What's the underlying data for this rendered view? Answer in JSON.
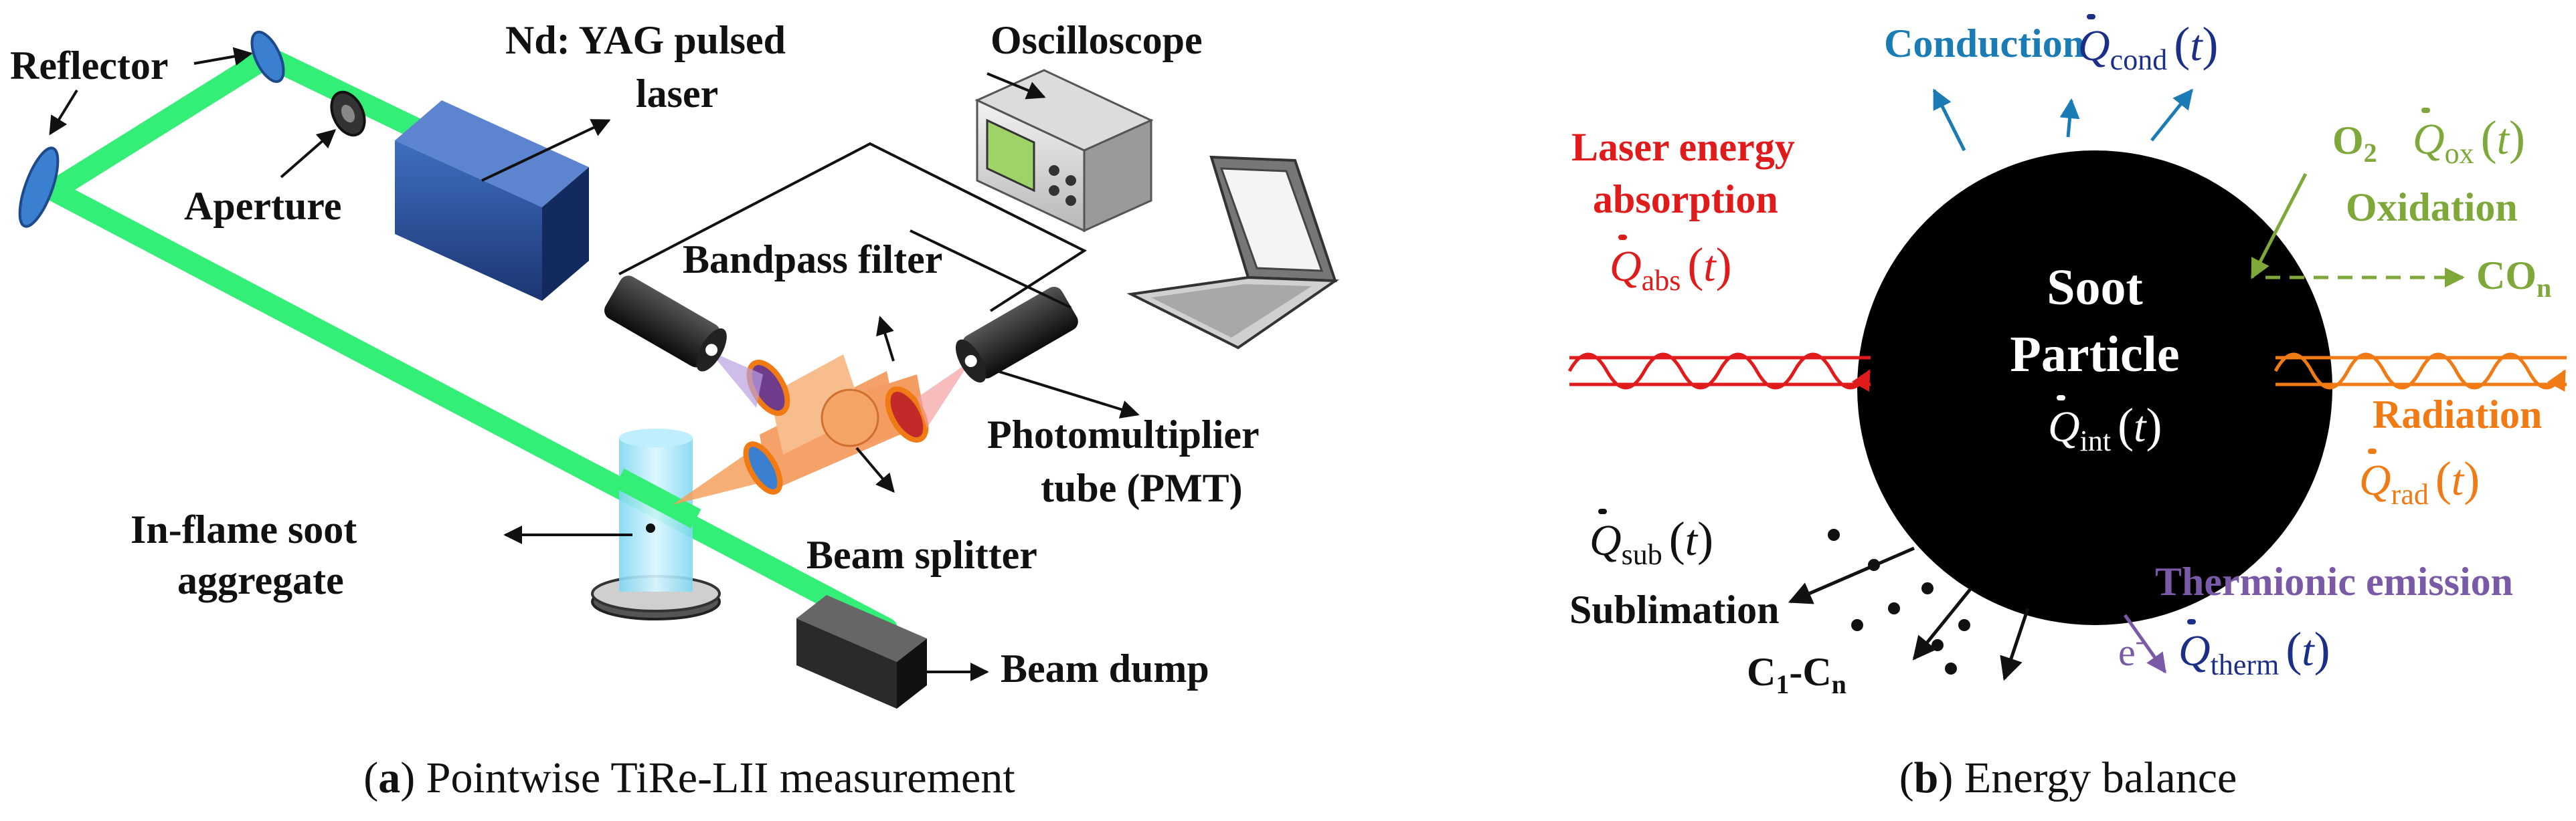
{
  "panel_a": {
    "labels": {
      "reflector": "Reflector",
      "aperture": "Aperture",
      "laser_line1": "Nd: YAG pulsed",
      "laser_line2": "laser",
      "oscilloscope": "Oscilloscope",
      "bandpass": "Bandpass filter",
      "pmt_line1": "Photomultiplier",
      "pmt_line2": "tube (PMT)",
      "soot_line1": "In-flame soot",
      "soot_line2": "aggregate",
      "splitter": "Beam splitter",
      "dump": "Beam dump"
    },
    "caption": {
      "letter": "a",
      "text": "Pointwise TiRe-LII measurement"
    }
  },
  "panel_b": {
    "particle_line1": "Soot",
    "particle_line2": "Particle",
    "q_int": {
      "symbol": "Q",
      "sub": "int",
      "arg": "t"
    },
    "conduction": {
      "label": "Conduction",
      "symbol": "Q",
      "sub": "cond",
      "arg": "t"
    },
    "laser": {
      "line1": "Laser energy",
      "line2": "absorption",
      "symbol": "Q",
      "sub": "abs",
      "arg": "t"
    },
    "oxidation": {
      "reactant": "O",
      "reactant_sub": "2",
      "label": "Oxidation",
      "product": "CO",
      "product_sub": "n",
      "symbol": "Q",
      "sub": "ox",
      "arg": "t"
    },
    "radiation": {
      "label": "Radiation",
      "symbol": "Q",
      "sub": "rad",
      "arg": "t"
    },
    "sublimation": {
      "label": "Sublimation",
      "species": "C",
      "species_sub1": "1",
      "species_dash": "-C",
      "species_sub2": "n",
      "symbol": "Q",
      "sub": "sub",
      "arg": "t"
    },
    "thermionic": {
      "label": "Thermionic emission",
      "electron": "e",
      "electron_sup": "-",
      "symbol": "Q",
      "sub": "therm",
      "arg": "t"
    },
    "caption": {
      "letter": "b",
      "text": "Energy balance"
    }
  },
  "colors": {
    "laser_beam": "#33ee77",
    "conduction": "#1a7bb5",
    "laser_abs": "#e01b1b",
    "oxidation": "#7ea83a",
    "radiation": "#f07a14",
    "thermionic": "#7a5aa6",
    "equation_blue": "#1c2f86",
    "device_blue": "#274e96"
  }
}
